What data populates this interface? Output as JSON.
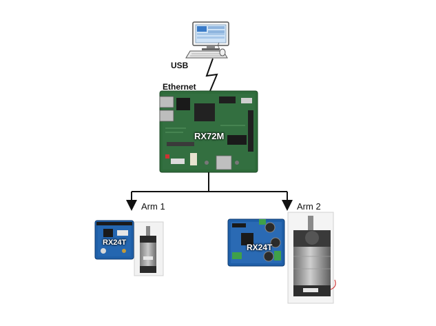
{
  "labels": {
    "usb": "USB",
    "ethernet": "Ethernet",
    "main_board": "RX72M",
    "arm1": "Arm 1",
    "arm2": "Arm 2",
    "arm1_board": "RX24T",
    "arm2_board": "RX24T"
  },
  "colors": {
    "board_green": "#2e6b3a",
    "board_blue": "#1f5fa8",
    "line": "#111111",
    "motor_grey": "#9a9a9a"
  },
  "icons": [
    "computer-icon",
    "keyboard-icon",
    "mouse-icon"
  ]
}
